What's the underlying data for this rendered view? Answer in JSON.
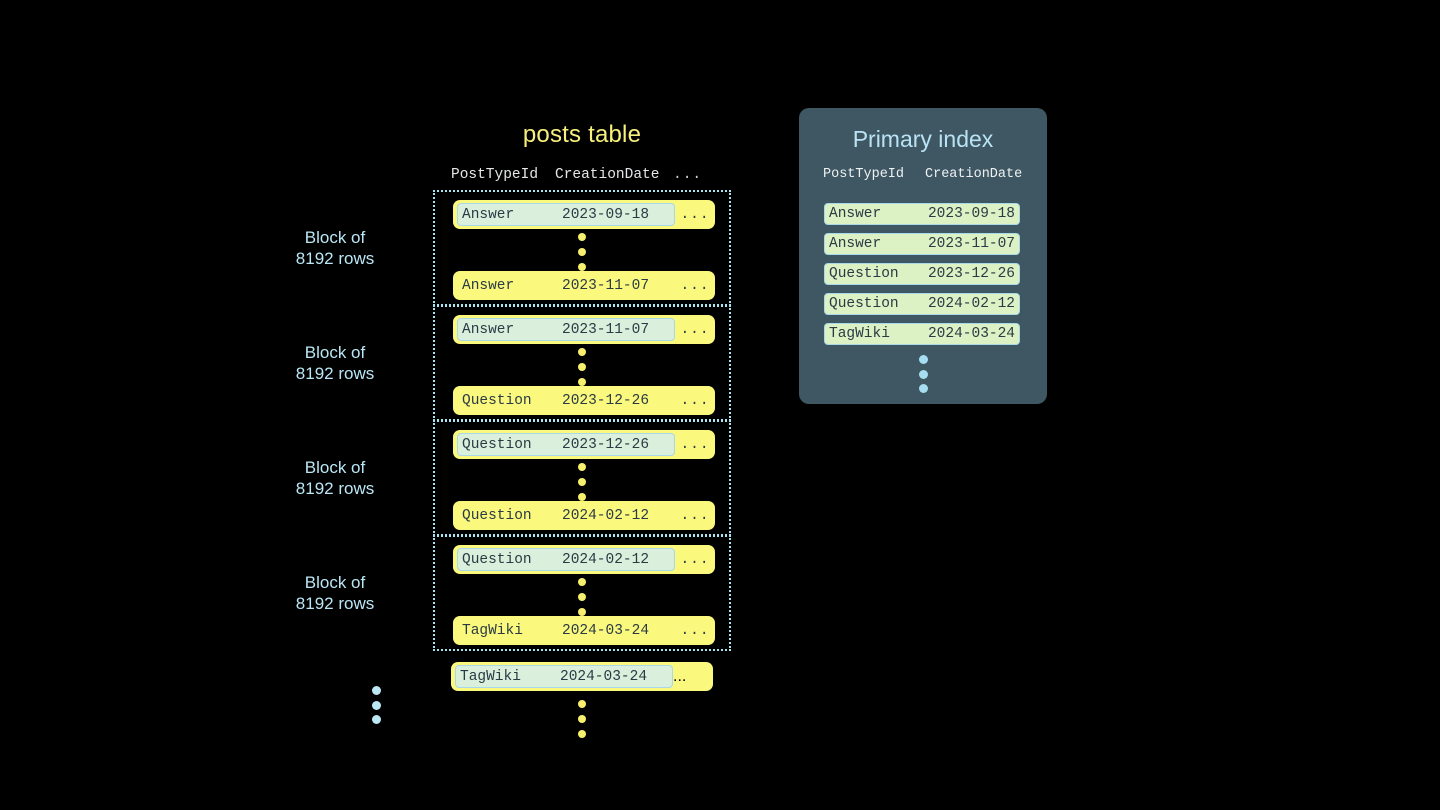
{
  "posts_table": {
    "title": "posts table",
    "columns": [
      "PostTypeId",
      "CreationDate",
      "..."
    ],
    "ellipsis": "...",
    "blocks": [
      {
        "label": "Block of\n8192 rows",
        "first_row": {
          "type": "Answer",
          "date": "2023-09-18",
          "ellipsis": "...",
          "highlighted": true
        },
        "last_row": {
          "type": "Answer",
          "date": "2023-11-07",
          "ellipsis": "...",
          "highlighted": false
        }
      },
      {
        "label": "Block of\n8192 rows",
        "first_row": {
          "type": "Answer",
          "date": "2023-11-07",
          "ellipsis": "...",
          "highlighted": true
        },
        "last_row": {
          "type": "Question",
          "date": "2023-12-26",
          "ellipsis": "...",
          "highlighted": false
        }
      },
      {
        "label": "Block of\n8192 rows",
        "first_row": {
          "type": "Question",
          "date": "2023-12-26",
          "ellipsis": "...",
          "highlighted": true
        },
        "last_row": {
          "type": "Question",
          "date": "2024-02-12",
          "ellipsis": "...",
          "highlighted": false
        }
      },
      {
        "label": "Block of\n8192 rows",
        "first_row": {
          "type": "Question",
          "date": "2024-02-12",
          "ellipsis": "...",
          "highlighted": true
        },
        "last_row": {
          "type": "TagWiki",
          "date": "2024-03-24",
          "ellipsis": "...",
          "highlighted": false
        }
      }
    ],
    "trailing_row": {
      "type": "TagWiki",
      "date": "2024-03-24",
      "ellipsis": "...",
      "highlighted": true
    }
  },
  "primary_index": {
    "title": "Primary index",
    "columns": [
      "PostTypeId",
      "CreationDate"
    ],
    "rows": [
      {
        "type": "Answer",
        "date": "2023-09-18"
      },
      {
        "type": "Answer",
        "date": "2023-11-07"
      },
      {
        "type": "Question",
        "date": "2023-12-26"
      },
      {
        "type": "Question",
        "date": "2024-02-12"
      },
      {
        "type": "TagWiki",
        "date": "2024-03-24"
      }
    ]
  },
  "colors": {
    "background": "#000000",
    "row_yellow": "#fbf87e",
    "highlight_mint": "#daf0dc",
    "highlight_border": "#a9d9e8",
    "panel_slate": "#3f5763",
    "accent_blue": "#b9e3f5",
    "title_yellow": "#f7f07a",
    "dot_yellow": "#f6f06e",
    "dot_blue": "#bce8f6",
    "text_dark": "#2a3b45"
  }
}
